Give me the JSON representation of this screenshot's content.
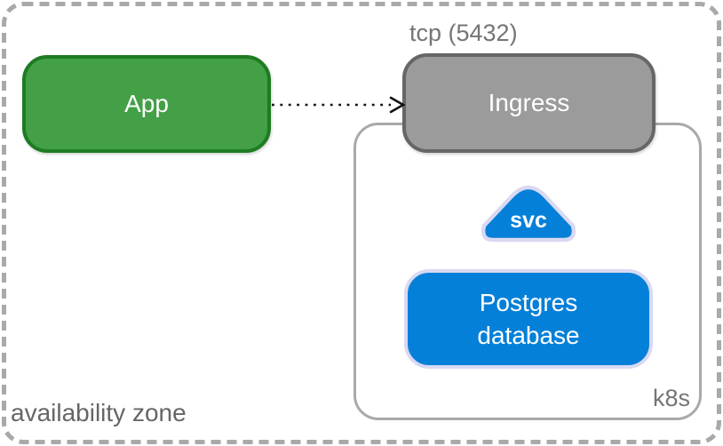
{
  "zone": {
    "label": "availability zone"
  },
  "app": {
    "label": "App"
  },
  "connection": {
    "label": "tcp (5432)"
  },
  "ingress": {
    "label": "Ingress"
  },
  "k8s": {
    "label": "k8s"
  },
  "svc": {
    "label": "svc"
  },
  "postgres": {
    "label": "Postgres database"
  },
  "colors": {
    "app_fill": "#43a047",
    "app_border": "#1d7c22",
    "ingress_fill": "#9b9b9b",
    "ingress_border": "#666666",
    "blue_fill": "#0580d8",
    "blue_border": "#d9d9f3",
    "zone_border": "#a9a9a9",
    "muted_text": "#757575",
    "zone_text": "#666666",
    "arrow": "#111111"
  }
}
